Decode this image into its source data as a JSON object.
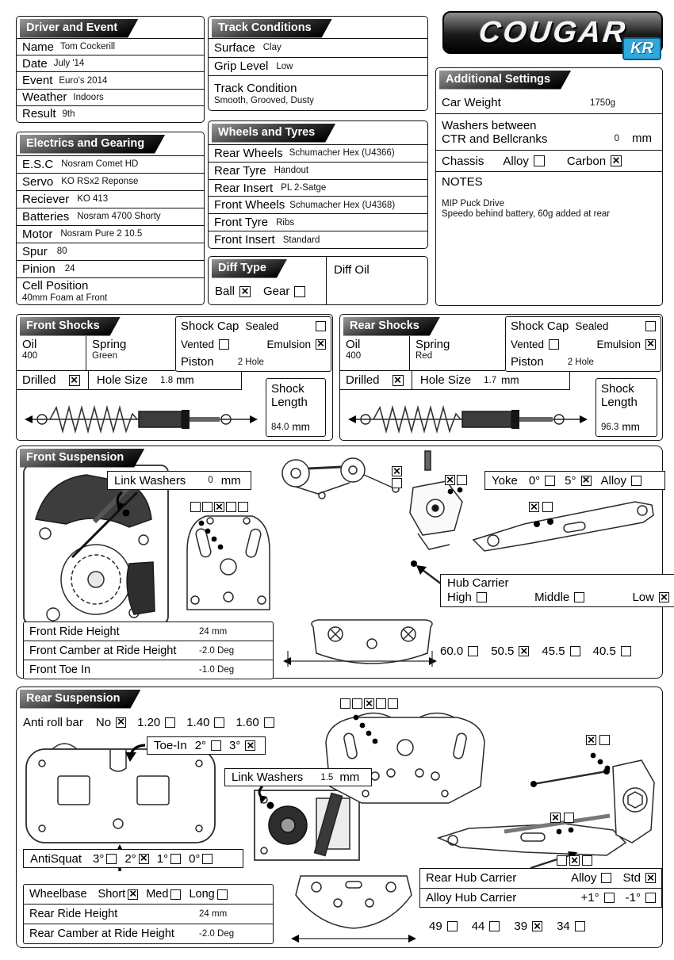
{
  "driver_event": {
    "title": "Driver and Event",
    "rows": [
      {
        "label": "Name",
        "value": "Tom Cockerill"
      },
      {
        "label": "Date",
        "value": "July '14"
      },
      {
        "label": "Event",
        "value": "Euro's 2014"
      },
      {
        "label": "Weather",
        "value": "Indoors"
      },
      {
        "label": "Result",
        "value": "9th"
      }
    ]
  },
  "electrics": {
    "title": "Electrics and Gearing",
    "rows": [
      {
        "label": "E.S.C",
        "value": "Nosram Comet HD"
      },
      {
        "label": "Servo",
        "value": "KO RSx2 Reponse"
      },
      {
        "label": "Reciever",
        "value": "KO 413"
      },
      {
        "label": "Batteries",
        "value": "Nosram 4700 Shorty"
      },
      {
        "label": "Motor",
        "value": "Nosram Pure 2 10.5"
      },
      {
        "label": "Spur",
        "value": "80"
      },
      {
        "label": "Pinion",
        "value": "24"
      },
      {
        "label": "Cell Position",
        "value": "40mm Foam at Front"
      }
    ]
  },
  "track": {
    "title": "Track Conditions",
    "rows": [
      {
        "label": "Surface",
        "value": "Clay"
      },
      {
        "label": "Grip Level",
        "value": "Low"
      },
      {
        "label": "Track Condition",
        "value": "Smooth, Grooved, Dusty"
      }
    ]
  },
  "wheels": {
    "title": "Wheels and Tyres",
    "rows": [
      {
        "label": "Rear Wheels",
        "value": "Schumacher Hex (U4366)"
      },
      {
        "label": "Rear Tyre",
        "value": "Handout"
      },
      {
        "label": "Rear Insert",
        "value": "PL 2-Satge"
      },
      {
        "label": "Front Wheels",
        "value": "Schumacher Hex (U4368)"
      },
      {
        "label": "Front Tyre",
        "value": "Ribs"
      },
      {
        "label": "Front Insert",
        "value": "Standard"
      }
    ]
  },
  "diff": {
    "title": "Diff Type",
    "ball_label": "Ball",
    "ball_checked": true,
    "gear_label": "Gear",
    "gear_checked": false,
    "oil_label": "Diff Oil",
    "oil_value": ""
  },
  "logo": {
    "brand": "COUGAR",
    "model": "KR",
    "accent": "#2fa8e0"
  },
  "additional": {
    "title": "Additional Settings",
    "car_weight_label": "Car Weight",
    "car_weight_value": "1750g",
    "washers_label_line1": "Washers between",
    "washers_label_line2": "CTR and Bellcranks",
    "washers_value": "0",
    "washers_unit": "mm",
    "chassis_label": "Chassis",
    "alloy_label": "Alloy",
    "alloy_checked": false,
    "carbon_label": "Carbon",
    "carbon_checked": true,
    "notes_label": "NOTES",
    "notes_line1": "MIP Puck Drive",
    "notes_line2": "Speedo behind battery, 60g added at rear"
  },
  "front_shocks": {
    "title": "Front Shocks",
    "oil_label": "Oil",
    "oil_value": "400",
    "spring_label": "Spring",
    "spring_value": "Green",
    "cap_label": "Shock Cap",
    "sealed_label": "Sealed",
    "sealed_checked": false,
    "vented_label": "Vented",
    "vented_checked": false,
    "emulsion_label": "Emulsion",
    "emulsion_checked": true,
    "piston_label": "Piston",
    "piston_value": "2 Hole",
    "drilled_label": "Drilled",
    "drilled_checked": true,
    "hole_label": "Hole Size",
    "hole_value": "1.8",
    "hole_unit": "mm",
    "len_label1": "Shock",
    "len_label2": "Length",
    "len_value": "84.0",
    "len_unit": "mm"
  },
  "rear_shocks": {
    "title": "Rear Shocks",
    "oil_label": "Oil",
    "oil_value": "400",
    "spring_label": "Spring",
    "spring_value": "Red",
    "cap_label": "Shock Cap",
    "sealed_label": "Sealed",
    "sealed_checked": false,
    "vented_label": "Vented",
    "vented_checked": false,
    "emulsion_label": "Emulsion",
    "emulsion_checked": true,
    "piston_label": "Piston",
    "piston_value": "2 Hole",
    "drilled_label": "Drilled",
    "drilled_checked": true,
    "hole_label": "Hole Size",
    "hole_value": "1.7",
    "hole_unit": "mm",
    "len_label1": "Shock",
    "len_label2": "Length",
    "len_value": "96.3",
    "len_unit": "mm"
  },
  "front_susp": {
    "title": "Front Suspension",
    "linkw_label": "Link Washers",
    "linkw_value": "0",
    "linkw_unit": "mm",
    "yoke_label": "Yoke",
    "yoke_opts": [
      {
        "label": "0°",
        "checked": false
      },
      {
        "label": "5°",
        "checked": true
      },
      {
        "label": "Alloy",
        "checked": false
      }
    ],
    "hub_label": "Hub Carrier",
    "hub_opts": [
      {
        "label": "High",
        "checked": false
      },
      {
        "label": "Middle",
        "checked": false
      },
      {
        "label": "Low",
        "checked": true
      }
    ],
    "table": [
      {
        "label": "Front Ride Height",
        "value": "24 mm"
      },
      {
        "label": "Front Camber at Ride Height",
        "value": "-2.0 Deg"
      },
      {
        "label": "Front Toe In",
        "value": "-1.0 Deg"
      }
    ],
    "width_opts": [
      {
        "label": "60.0",
        "checked": false
      },
      {
        "label": "50.5",
        "checked": true
      },
      {
        "label": "45.5",
        "checked": false
      },
      {
        "label": "40.5",
        "checked": false
      }
    ],
    "tower_boxes": [
      false,
      false,
      true,
      false,
      false
    ],
    "steer_boxes": [
      true,
      false
    ],
    "yoke_boxes": [
      true,
      false
    ],
    "arm_boxes": [
      true,
      false
    ]
  },
  "rear_susp": {
    "title": "Rear Suspension",
    "arb_label": "Anti roll bar",
    "arb_opts": [
      {
        "label": "No",
        "checked": true
      },
      {
        "label": "1.20",
        "checked": false
      },
      {
        "label": "1.40",
        "checked": false
      },
      {
        "label": "1.60",
        "checked": false
      }
    ],
    "toe_label": "Toe-In",
    "toe_opts": [
      {
        "label": "2°",
        "checked": false
      },
      {
        "label": "3°",
        "checked": true
      }
    ],
    "linkw_label": "Link Washers",
    "linkw_value": "1.5",
    "linkw_unit": "mm",
    "antisquat_label": "AntiSquat",
    "antisquat_opts": [
      {
        "label": "3°",
        "checked": false
      },
      {
        "label": "2°",
        "checked": true
      },
      {
        "label": "1°",
        "checked": false
      },
      {
        "label": "0°",
        "checked": false
      }
    ],
    "wheelbase_label": "Wheelbase",
    "wheelbase_opts": [
      {
        "label": "Short",
        "checked": true
      },
      {
        "label": "Med",
        "checked": false
      },
      {
        "label": "Long",
        "checked": false
      }
    ],
    "table": [
      {
        "label": "Rear Ride Height",
        "value": "24 mm"
      },
      {
        "label": "Rear Camber at Ride Height",
        "value": "-2.0 Deg"
      }
    ],
    "hub_label": "Rear Hub Carrier",
    "hub_opts": [
      {
        "label": "Alloy",
        "checked": false
      },
      {
        "label": "Std",
        "checked": true
      }
    ],
    "alloyhub_label": "Alloy Hub Carrier",
    "alloyhub_opts": [
      {
        "label": "+1°",
        "checked": false
      },
      {
        "label": "-1°",
        "checked": false
      }
    ],
    "width_opts": [
      {
        "label": "49",
        "checked": false
      },
      {
        "label": "44",
        "checked": false
      },
      {
        "label": "39",
        "checked": true
      },
      {
        "label": "34",
        "checked": false
      }
    ],
    "tower_boxes": [
      false,
      false,
      true,
      false,
      false
    ],
    "hub_top_boxes": [
      true,
      false
    ],
    "hub_mid_boxes": [
      true,
      false
    ],
    "arm_boxes": [
      false,
      true,
      false
    ]
  }
}
